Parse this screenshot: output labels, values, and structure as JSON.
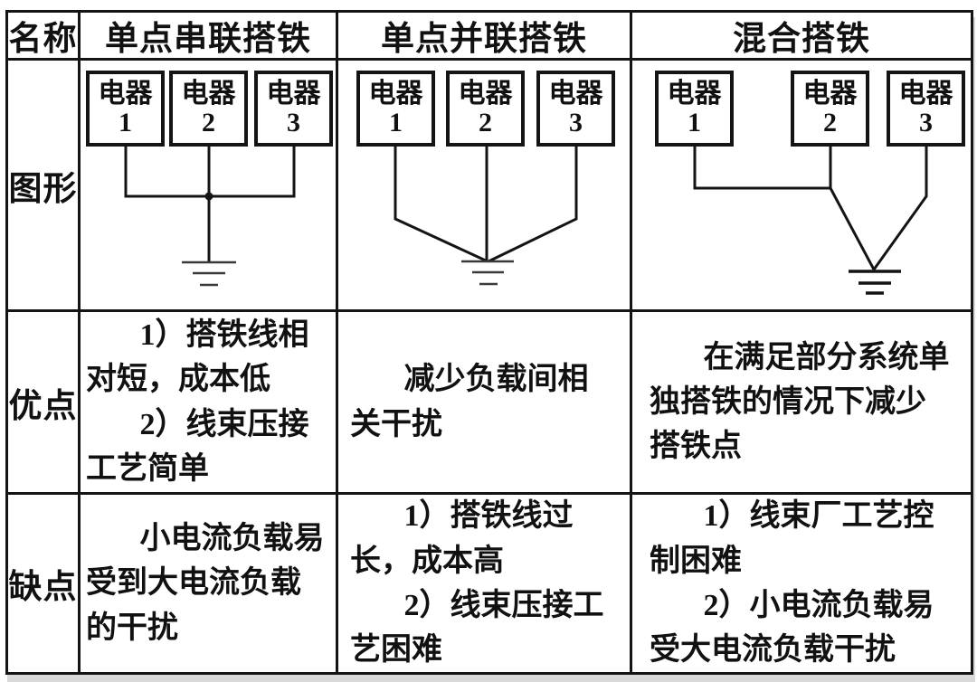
{
  "colors": {
    "ink": "#141414",
    "background": "#ffffff"
  },
  "header": {
    "name": "名称",
    "series": "单点串联搭铁",
    "parallel": "单点并联搭铁",
    "mixed": "混合搭铁"
  },
  "row_labels": {
    "graphic": "图形",
    "advantages": "优点",
    "disadvantages": "缺点"
  },
  "devices": [
    {
      "label": "电器",
      "num": "1"
    },
    {
      "label": "电器",
      "num": "2"
    },
    {
      "label": "电器",
      "num": "3"
    }
  ],
  "advantages": {
    "series": [
      "1）搭铁线相对短，成本低",
      "2）线束压接工艺简单"
    ],
    "parallel": [
      "减少负载间相关干扰"
    ],
    "mixed": [
      "在满足部分系统单独搭铁的情况下减少搭铁点"
    ]
  },
  "disadvantages": {
    "series": [
      "小电流负载易受到大电流负载的干扰"
    ],
    "parallel": [
      "1）搭铁线过长，成本高",
      "2）线束压接工艺困难"
    ],
    "mixed": [
      "1）线束厂工艺控制困难",
      "2）小电流负载易受大电流负载干扰"
    ]
  }
}
